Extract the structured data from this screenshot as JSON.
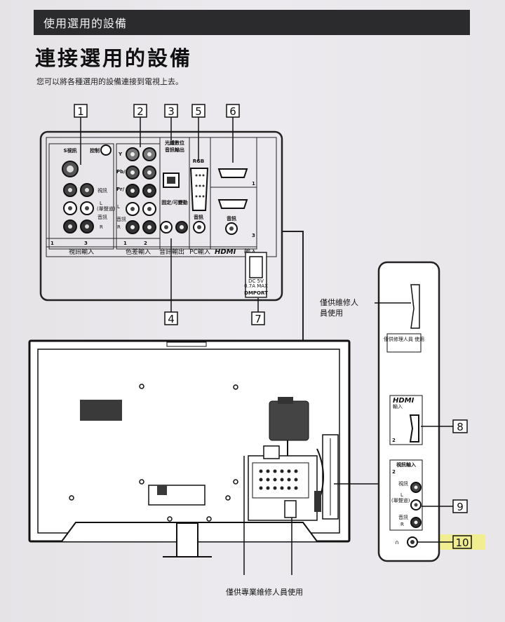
{
  "header": {
    "section_title": "使用選用的設備"
  },
  "title": "連接選用的設備",
  "subtitle": "您可以將各種選用的設備連接到電視上去。",
  "badges": [
    "1",
    "2",
    "3",
    "5",
    "6",
    "4",
    "7",
    "8",
    "9",
    "10"
  ],
  "rear_panel": {
    "svideo_label": "S視訊",
    "control_label": "控制",
    "video_label": "視訊",
    "l_label": "L",
    "mono_label": "(單聲道)",
    "audio_label": "音訊",
    "r_label": "R",
    "y_label": "Y",
    "pb_label": "Pb/\nCb",
    "pr_label": "Pr/\nCr",
    "optical_label_1": "光纖數位",
    "optical_label_2": "音訊輸出",
    "fixed_variable_label": "固定/可變動",
    "rgb_label": "RGB",
    "pc_audio_label": "音訊",
    "hdmi_audio_label": "音訊",
    "hdmi_port_1": "1",
    "hdmi_port_3": "3",
    "video_in_num_1": "1",
    "video_in_num_3": "3",
    "component_num_1": "1",
    "component_num_2": "2",
    "video_input_label": "視訊輸入",
    "component_input_label": "色差輸入",
    "audio_out_label": "音訊輸出",
    "pc_input_label": "PC輸入",
    "hdmi_logo": "HDMI",
    "hdmi_input_label": "輸入",
    "dmport_label": "DMPORT",
    "dmport_spec_1": "DC 5V",
    "dmport_spec_2": "0.7A MAX"
  },
  "side_panel": {
    "service_only_box": "僅供修理人員\n使用",
    "hdmi_logo": "HDMI",
    "hdmi_input_label": "輸入",
    "hdmi_port_2": "2",
    "video_input_label": "視訊輸入",
    "video_input_num": "2",
    "video_label": "視訊",
    "l_label": "L",
    "mono_label": "(單聲道)",
    "audio_label": "音訊",
    "r_label": "R"
  },
  "callouts": {
    "service_staff_only": "僅供維修人\n員使用",
    "professional_service_only": "僅供專業維修人員使用"
  },
  "colors": {
    "highlight": "#f2f07a",
    "ink": "#1d1b1e",
    "header_bg": "#2b2a2d"
  }
}
